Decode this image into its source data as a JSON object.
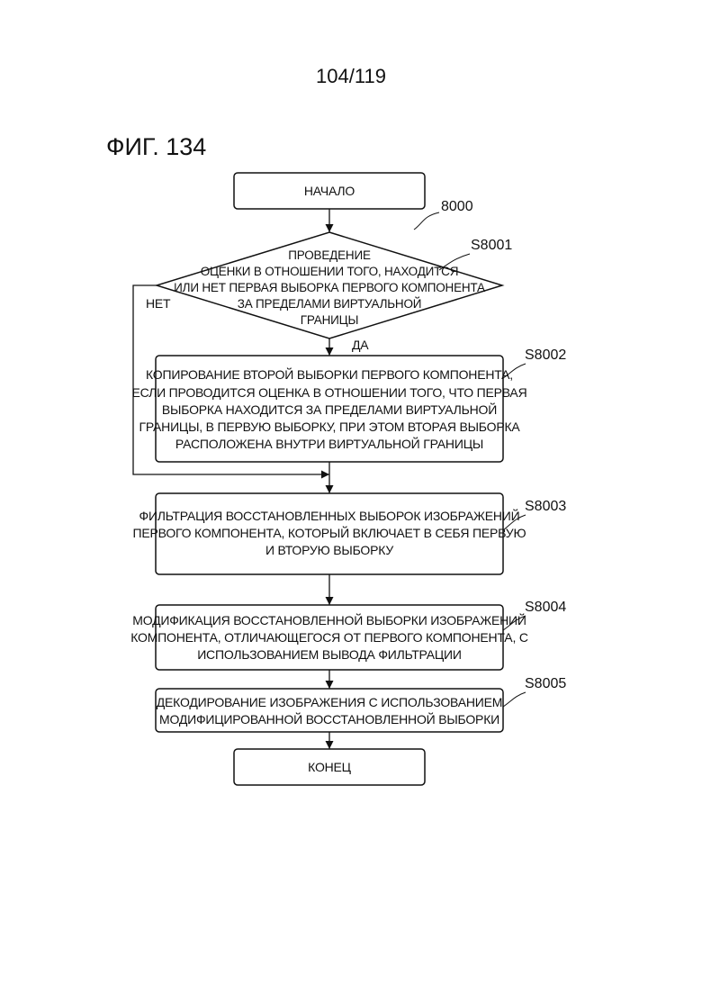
{
  "page_number": "104/119",
  "figure_title": "ФИГ. 134",
  "diagram_ref": "8000",
  "start_label": "НАЧАЛО",
  "end_label": "КОНЕЦ",
  "decision": {
    "step": "S8001",
    "lines": [
      "ПРОВЕДЕНИЕ",
      "ОЦЕНКИ В ОТНОШЕНИИ ТОГО, НАХОДИТСЯ",
      "ИЛИ НЕТ ПЕРВАЯ ВЫБОРКА ПЕРВОГО КОМПОНЕНТА",
      "ЗА ПРЕДЕЛАМИ ВИРТУАЛЬНОЙ",
      "ГРАНИЦЫ"
    ],
    "yes_label": "ДА",
    "no_label": "НЕТ"
  },
  "steps": [
    {
      "step": "S8002",
      "lines": [
        "КОПИРОВАНИЕ ВТОРОЙ ВЫБОРКИ ПЕРВОГО КОМПОНЕНТА,",
        "ЕСЛИ ПРОВОДИТСЯ ОЦЕНКА В ОТНОШЕНИИ ТОГО, ЧТО ПЕРВАЯ",
        "ВЫБОРКА НАХОДИТСЯ ЗА ПРЕДЕЛАМИ ВИРТУАЛЬНОЙ",
        "ГРАНИЦЫ, В ПЕРВУЮ ВЫБОРКУ, ПРИ ЭТОМ ВТОРАЯ ВЫБОРКА",
        "РАСПОЛОЖЕНА ВНУТРИ ВИРТУАЛЬНОЙ ГРАНИЦЫ"
      ]
    },
    {
      "step": "S8003",
      "lines": [
        "ФИЛЬТРАЦИЯ ВОССТАНОВЛЕННЫХ ВЫБОРОК ИЗОБРАЖЕНИЙ",
        "ПЕРВОГО КОМПОНЕНТА, КОТОРЫЙ ВКЛЮЧАЕТ В СЕБЯ ПЕРВУЮ",
        "И ВТОРУЮ ВЫБОРКУ"
      ]
    },
    {
      "step": "S8004",
      "lines": [
        "МОДИФИКАЦИЯ ВОССТАНОВЛЕННОЙ ВЫБОРКИ ИЗОБРАЖЕНИЙ",
        "КОМПОНЕНТА, ОТЛИЧАЮЩЕГОСЯ ОТ ПЕРВОГО КОМПОНЕНТА, С",
        "ИСПОЛЬЗОВАНИЕМ ВЫВОДА ФИЛЬТРАЦИИ"
      ]
    },
    {
      "step": "S8005",
      "lines": [
        "ДЕКОДИРОВАНИЕ ИЗОБРАЖЕНИЯ С ИСПОЛЬЗОВАНИЕМ",
        "МОДИФИЦИРОВАННОЙ ВОССТАНОВЛЕННОЙ ВЫБОРКИ"
      ]
    }
  ]
}
